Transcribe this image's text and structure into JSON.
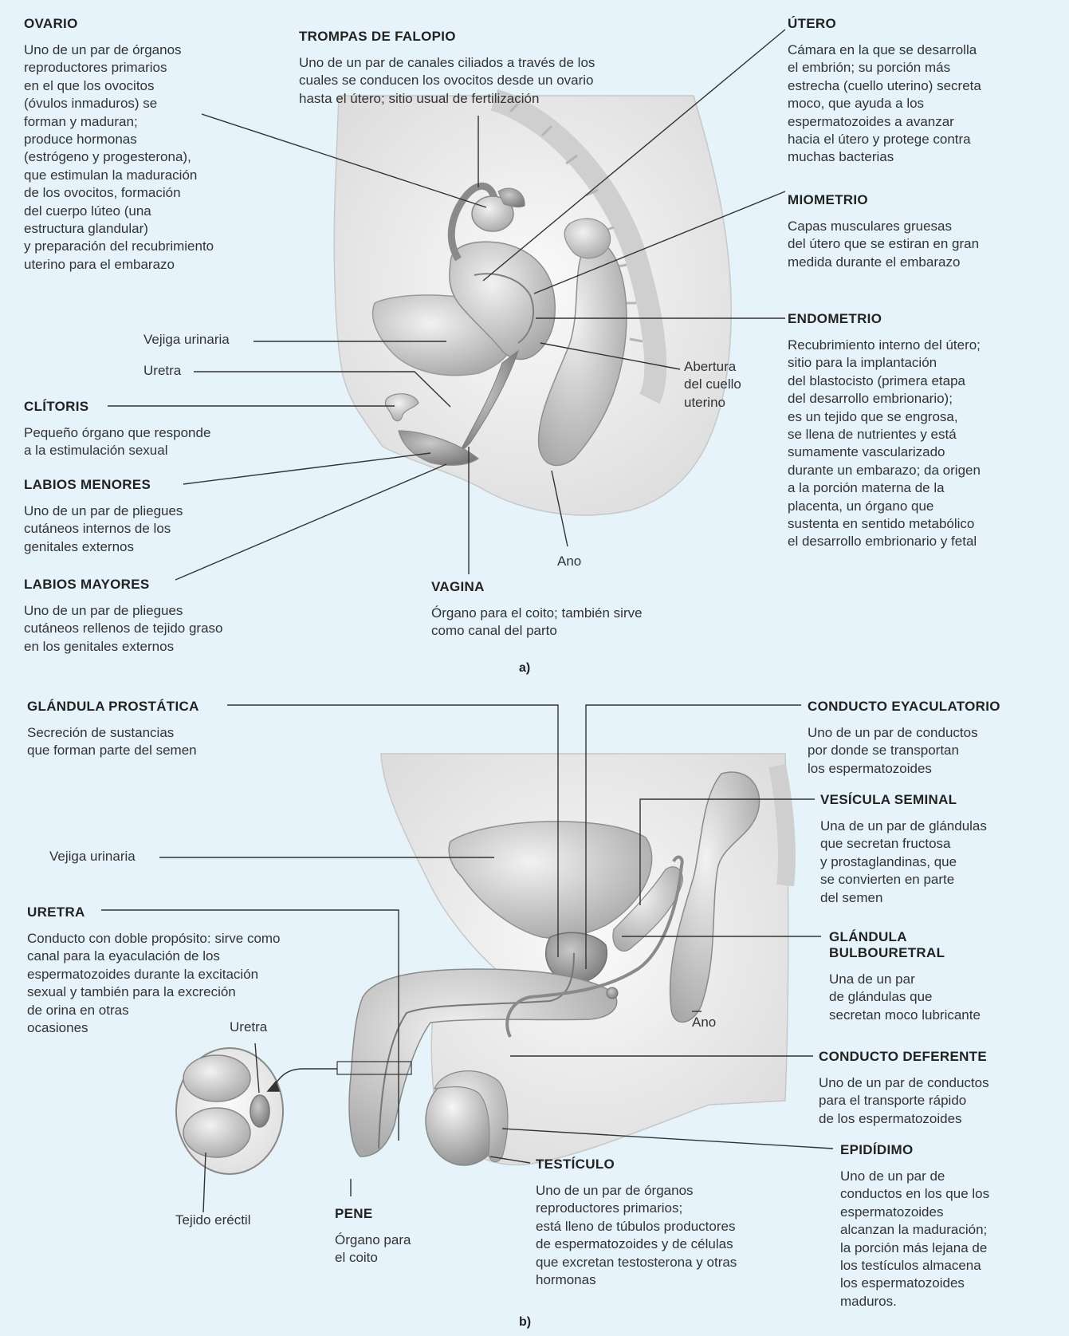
{
  "panel_a": {
    "caption": "a)",
    "blocks": {
      "ovario": {
        "heading": "OVARIO",
        "desc": "Uno de un par de órganos\nreproductores primarios\nen el que los ovocitos\n(óvulos inmaduros) se\nforman y maduran;\nproduce hormonas\n(estrógeno y progesterona),\nque estimulan la maduración\nde los ovocitos, formación\ndel cuerpo lúteo (una\nestructura glandular)\ny preparación del recubrimiento\nuterino para el embarazo"
      },
      "trompas": {
        "heading": "TROMPAS DE FALOPIO",
        "desc": "Uno de un par de canales ciliados a través de los\ncuales se conducen los ovocitos desde un ovario\nhasta el útero; sitio usual de fertilización"
      },
      "utero": {
        "heading": "ÚTERO",
        "desc": "Cámara en la que se desarrolla\nel embrión; su porción más\nestrecha (cuello uterino) secreta\nmoco, que ayuda a los\nespermatozoides a avanzar\nhacia el útero y protege contra\nmuchas bacterias"
      },
      "miometrio": {
        "heading": "MIOMETRIO",
        "desc": "Capas musculares gruesas\ndel útero que se estiran en gran\nmedida durante el embarazo"
      },
      "endometrio": {
        "heading": "ENDOMETRIO",
        "desc": "Recubrimiento interno del útero;\nsitio para la implantación\ndel blastocisto (primera etapa\ndel desarrollo embrionario);\nes un tejido que se engrosa,\nse llena de nutrientes y está\nsumamente vascularizado\ndurante un embarazo; da origen\na la porción materna de la\nplacenta, un órgano que\nsustenta en sentido metabólico\nel desarrollo embrionario y fetal"
      },
      "clitoris": {
        "heading": "CLÍTORIS",
        "desc": "Pequeño órgano que responde\na la estimulación sexual"
      },
      "labios_menores": {
        "heading": "LABIOS MENORES",
        "desc": "Uno de un par de pliegues\ncutáneos internos de los\ngenitales externos"
      },
      "labios_mayores": {
        "heading": "LABIOS MAYORES",
        "desc": "Uno de un par de pliegues\ncutáneos rellenos de tejido graso\nen los genitales externos"
      },
      "vagina": {
        "heading": "VAGINA",
        "desc": "Órgano para el coito; también sirve\ncomo canal del parto"
      }
    },
    "labels": {
      "vejiga": "Vejiga urinaria",
      "uretra": "Uretra",
      "abertura": "Abertura\ndel cuello\nuterino",
      "ano": "Ano"
    }
  },
  "panel_b": {
    "caption": "b)",
    "blocks": {
      "prostata": {
        "heading": "GLÁNDULA PROSTÁTICA",
        "desc": "Secreción de sustancias\nque forman parte del semen"
      },
      "eyaculatorio": {
        "heading": "CONDUCTO EYACULATORIO",
        "desc": "Uno de un par de conductos\npor donde se transportan\nlos espermatozoides"
      },
      "vesicula": {
        "heading": "VESÍCULA SEMINAL",
        "desc": "Una de un par de glándulas\nque secretan fructosa\ny prostaglandinas, que\nse convierten en parte\ndel semen"
      },
      "uretra": {
        "heading": "URETRA",
        "desc": "Conducto con doble propósito: sirve como\ncanal para la eyaculación de los\nespermatozoides durante la excitación\nsexual y también para la excreción\nde orina en otras\nocasiones"
      },
      "bulbouretral": {
        "heading": "GLÁNDULA\nBULBOURETRAL",
        "desc": "Una de un par\nde glándulas que\nsecretan moco lubricante"
      },
      "deferente": {
        "heading": "CONDUCTO DEFERENTE",
        "desc": "Uno de un par de conductos\npara el transporte rápido\nde los espermatozoides"
      },
      "epididimo": {
        "heading": "EPIDÍDIMO",
        "desc": "Uno de un par de\nconductos en los que los\nespermatozoides\nalcanzan la maduración;\nla porción más lejana de\nlos testículos almacena\nlos espermatozoides\nmaduros."
      },
      "testiculo": {
        "heading": "TESTÍCULO",
        "desc": "Uno de un par de órganos\nreproductores primarios;\nestá lleno de túbulos productores\nde espermatozoides y de células\nque excretan testosterona y otras\nhormonas"
      },
      "pene": {
        "heading": "PENE",
        "desc": "Órgano para\nel coito"
      }
    },
    "labels": {
      "vejiga": "Vejiga urinaria",
      "uretra_small": "Uretra",
      "ano": "Ano",
      "tejido": "Tejido eréctil"
    }
  }
}
